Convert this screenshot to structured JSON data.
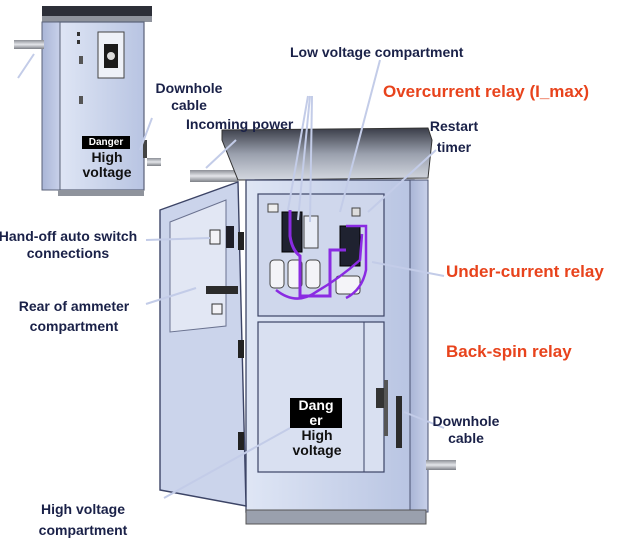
{
  "labels": {
    "low_voltage_compartment": "Low voltage compartment",
    "overcurrent_relay": "Overcurrent relay (I_max)",
    "restart_timer_line1": "Restart",
    "restart_timer_line2": "timer",
    "under_current_relay": "Under-current relay",
    "back_spin_relay": "Back-spin relay",
    "downhole_cable_right_line1": "Downhole",
    "downhole_cable_right_line2": "cable",
    "downhole_cable_top_line1": "Downhole",
    "downhole_cable_top_line2": "cable",
    "incoming_power": "Incoming power",
    "hand_off_auto_line1": "Hand-off auto switch",
    "hand_off_auto_line2": "connections",
    "rear_ammeter_line1": "Rear of ammeter",
    "rear_ammeter_line2": "compartment",
    "high_voltage_compartment_line1": "High voltage",
    "high_voltage_compartment_line2": "compartment"
  },
  "signs": {
    "small": {
      "top": "Danger",
      "bottom_line1": "High",
      "bottom_line2": "voltage"
    },
    "large": {
      "top_line1": "Dang",
      "top_line2": "er",
      "bottom_line1": "High",
      "bottom_line2": "voltage"
    }
  },
  "colors": {
    "label_text": "#1a2148",
    "highlight_text": "#e8431c",
    "cabinet_fill": "#c9d3ea",
    "wiring": "#8a2be2",
    "leader_lines": "#c3cce8"
  }
}
